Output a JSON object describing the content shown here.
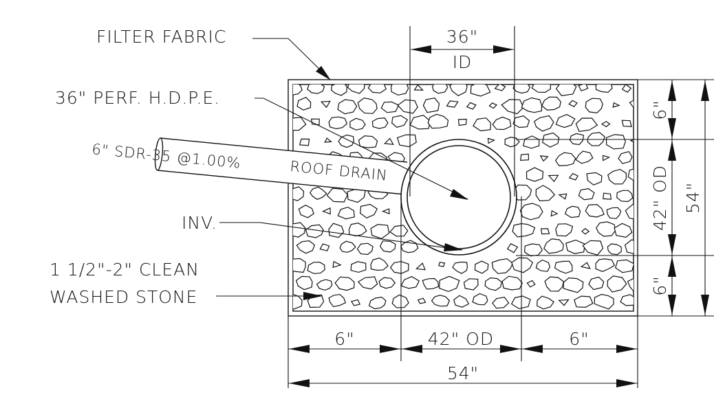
{
  "labels": {
    "filter_fabric": "FILTER FABRIC",
    "perf_pipe": "36\" PERF. H.D.P.E.",
    "roof_drain_a": "6\" SDR-35 @1.00%",
    "roof_drain_b": "ROOF DRAIN",
    "inv": "INV.",
    "stone_line1": "1 1/2\"-2\" CLEAN",
    "stone_line2": "WASHED STONE"
  },
  "dimensions": {
    "top_id_value": "36\"",
    "top_id_unit": "ID",
    "right_top": "6\"",
    "right_mid": "42\" OD",
    "right_bot": "6\"",
    "right_total": "54\"",
    "bottom_left": "6\"",
    "bottom_mid": "42\" OD",
    "bottom_right": "6\"",
    "bottom_total": "54\""
  }
}
